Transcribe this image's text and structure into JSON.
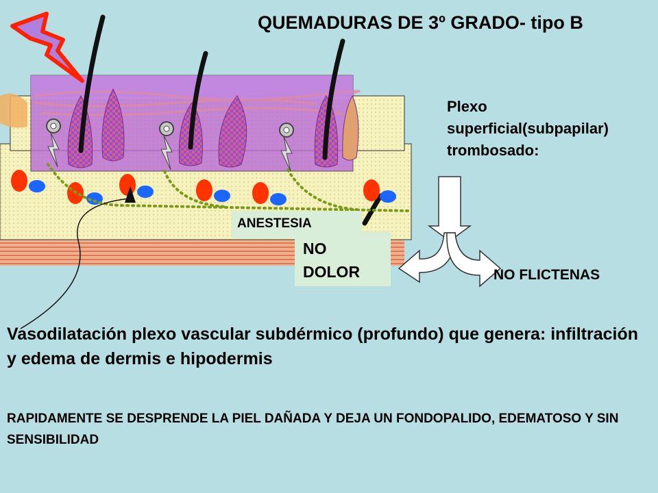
{
  "title": "QUEMADURAS  DE 3º GRADO- tipo B",
  "plexo_label": "Plexo superficial(subpapilar) trombosado:",
  "no_flictenas": "NO FLICTENAS",
  "anestesia": "ANESTESIA",
  "no_dolor": "NO DOLOR",
  "vasodilatacion": "Vasodilatación plexo vascular subdérmico (profundo) que genera: infiltración y edema de dermis e hipodermis",
  "rapidamente": "RAPIDAMENTE SE DESPRENDE LA PIEL DAÑADA Y DEJA UN FONDOPALIDO, EDEMATOSO Y SIN SENSIBILIDAD",
  "colors": {
    "background": "#b7dee3",
    "burn_overlay": "#b86ad8",
    "dermis": "#f4f0b8",
    "hypodermis": "#e79d7a",
    "artery": "#ff3300",
    "vein": "#1a66ff",
    "plexus_dotted": "#7a9a1a",
    "lightning": "#ff2200"
  },
  "icons": [
    "lightning-bolt-icon",
    "nerve-ending-icon",
    "hair-shaft-icon",
    "split-arrow-icon"
  ]
}
